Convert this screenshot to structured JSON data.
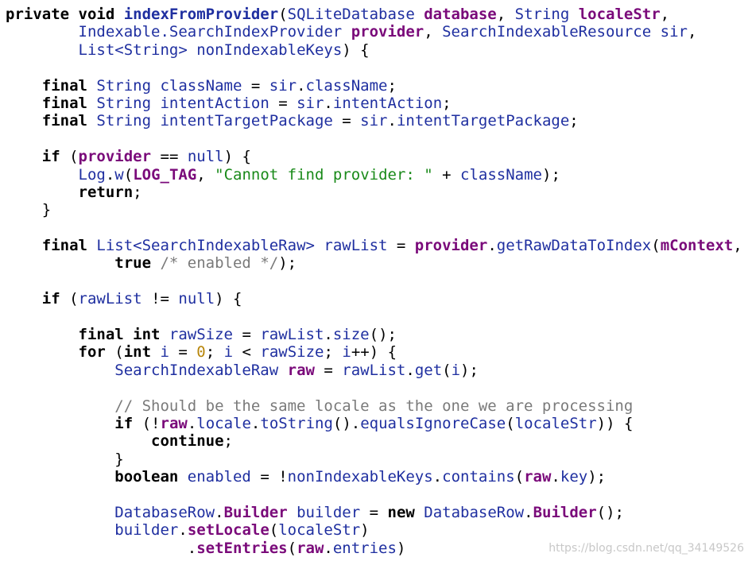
{
  "code": {
    "lines": [
      [
        [
          "kw",
          "private "
        ],
        [
          "kw",
          "void "
        ],
        [
          "mbold",
          "indexFromProvider"
        ],
        [
          "punc",
          "("
        ],
        [
          "type",
          "SQLiteDatabase "
        ],
        [
          "param",
          "database"
        ],
        [
          "punc",
          ", "
        ],
        [
          "type",
          "String "
        ],
        [
          "param",
          "localeStr"
        ],
        [
          "punc",
          ","
        ]
      ],
      [
        [
          "plain",
          "        "
        ],
        [
          "type",
          "Indexable.SearchIndexProvider "
        ],
        [
          "param",
          "provider"
        ],
        [
          "punc",
          ", "
        ],
        [
          "type",
          "SearchIndexableResource "
        ],
        [
          "var",
          "sir"
        ],
        [
          "punc",
          ","
        ]
      ],
      [
        [
          "plain",
          "        "
        ],
        [
          "type",
          "List<String> "
        ],
        [
          "var",
          "nonIndexableKeys"
        ],
        [
          "punc",
          ") {"
        ]
      ],
      [],
      [
        [
          "plain",
          "    "
        ],
        [
          "kw",
          "final "
        ],
        [
          "type",
          "String "
        ],
        [
          "var",
          "className "
        ],
        [
          "punc",
          "= "
        ],
        [
          "var",
          "sir"
        ],
        [
          "punc",
          "."
        ],
        [
          "field",
          "className"
        ],
        [
          "punc",
          ";"
        ]
      ],
      [
        [
          "plain",
          "    "
        ],
        [
          "kw",
          "final "
        ],
        [
          "type",
          "String "
        ],
        [
          "var",
          "intentAction "
        ],
        [
          "punc",
          "= "
        ],
        [
          "var",
          "sir"
        ],
        [
          "punc",
          "."
        ],
        [
          "field",
          "intentAction"
        ],
        [
          "punc",
          ";"
        ]
      ],
      [
        [
          "plain",
          "    "
        ],
        [
          "kw",
          "final "
        ],
        [
          "type",
          "String "
        ],
        [
          "var",
          "intentTargetPackage "
        ],
        [
          "punc",
          "= "
        ],
        [
          "var",
          "sir"
        ],
        [
          "punc",
          "."
        ],
        [
          "field",
          "intentTargetPackage"
        ],
        [
          "punc",
          ";"
        ]
      ],
      [],
      [
        [
          "plain",
          "    "
        ],
        [
          "kw",
          "if "
        ],
        [
          "punc",
          "("
        ],
        [
          "purple",
          "provider "
        ],
        [
          "punc",
          "== "
        ],
        [
          "var",
          "null"
        ],
        [
          "punc",
          ") {"
        ]
      ],
      [
        [
          "plain",
          "        "
        ],
        [
          "type",
          "Log"
        ],
        [
          "punc",
          "."
        ],
        [
          "method",
          "w"
        ],
        [
          "punc",
          "("
        ],
        [
          "purple",
          "LOG_TAG"
        ],
        [
          "punc",
          ", "
        ],
        [
          "str",
          "\"Cannot find provider: \""
        ],
        [
          "punc",
          " + "
        ],
        [
          "var",
          "className"
        ],
        [
          "punc",
          ");"
        ]
      ],
      [
        [
          "plain",
          "        "
        ],
        [
          "kw",
          "return"
        ],
        [
          "punc",
          ";"
        ]
      ],
      [
        [
          "plain",
          "    "
        ],
        [
          "punc",
          "}"
        ]
      ],
      [],
      [
        [
          "plain",
          "    "
        ],
        [
          "kw",
          "final "
        ],
        [
          "type",
          "List<SearchIndexableRaw> "
        ],
        [
          "var",
          "rawList "
        ],
        [
          "punc",
          "= "
        ],
        [
          "purple",
          "provider"
        ],
        [
          "punc",
          "."
        ],
        [
          "method",
          "getRawDataToIndex"
        ],
        [
          "punc",
          "("
        ],
        [
          "purple",
          "mContext"
        ],
        [
          "punc",
          ","
        ]
      ],
      [
        [
          "plain",
          "            "
        ],
        [
          "kw",
          "true "
        ],
        [
          "comment",
          "/* enabled */"
        ],
        [
          "punc",
          ");"
        ]
      ],
      [],
      [
        [
          "plain",
          "    "
        ],
        [
          "kw",
          "if "
        ],
        [
          "punc",
          "("
        ],
        [
          "var",
          "rawList "
        ],
        [
          "punc",
          "!= "
        ],
        [
          "var",
          "null"
        ],
        [
          "punc",
          ") {"
        ]
      ],
      [],
      [
        [
          "plain",
          "        "
        ],
        [
          "kw",
          "final "
        ],
        [
          "kw",
          "int "
        ],
        [
          "var",
          "rawSize "
        ],
        [
          "punc",
          "= "
        ],
        [
          "var",
          "rawList"
        ],
        [
          "punc",
          "."
        ],
        [
          "method",
          "size"
        ],
        [
          "punc",
          "();"
        ]
      ],
      [
        [
          "plain",
          "        "
        ],
        [
          "kw",
          "for "
        ],
        [
          "punc",
          "("
        ],
        [
          "kw",
          "int "
        ],
        [
          "var",
          "i "
        ],
        [
          "punc",
          "= "
        ],
        [
          "num",
          "0"
        ],
        [
          "punc",
          "; "
        ],
        [
          "var",
          "i "
        ],
        [
          "punc",
          "< "
        ],
        [
          "var",
          "rawSize"
        ],
        [
          "punc",
          "; "
        ],
        [
          "var",
          "i"
        ],
        [
          "punc",
          "++) {"
        ]
      ],
      [
        [
          "plain",
          "            "
        ],
        [
          "type",
          "SearchIndexableRaw "
        ],
        [
          "purple",
          "raw "
        ],
        [
          "punc",
          "= "
        ],
        [
          "var",
          "rawList"
        ],
        [
          "punc",
          "."
        ],
        [
          "method",
          "get"
        ],
        [
          "punc",
          "("
        ],
        [
          "var",
          "i"
        ],
        [
          "punc",
          ");"
        ]
      ],
      [],
      [
        [
          "plain",
          "            "
        ],
        [
          "comment",
          "// Should be the same locale as the one we are processing"
        ]
      ],
      [
        [
          "plain",
          "            "
        ],
        [
          "kw",
          "if "
        ],
        [
          "punc",
          "(!"
        ],
        [
          "purple",
          "raw"
        ],
        [
          "punc",
          "."
        ],
        [
          "field",
          "locale"
        ],
        [
          "punc",
          "."
        ],
        [
          "method",
          "toString"
        ],
        [
          "punc",
          "()."
        ],
        [
          "method",
          "equalsIgnoreCase"
        ],
        [
          "punc",
          "("
        ],
        [
          "var",
          "localeStr"
        ],
        [
          "punc",
          ")) {"
        ]
      ],
      [
        [
          "plain",
          "                "
        ],
        [
          "kw",
          "continue"
        ],
        [
          "punc",
          ";"
        ]
      ],
      [
        [
          "plain",
          "            "
        ],
        [
          "punc",
          "}"
        ]
      ],
      [
        [
          "plain",
          "            "
        ],
        [
          "kw",
          "boolean "
        ],
        [
          "var",
          "enabled "
        ],
        [
          "punc",
          "= !"
        ],
        [
          "var",
          "nonIndexableKeys"
        ],
        [
          "punc",
          "."
        ],
        [
          "method",
          "contains"
        ],
        [
          "punc",
          "("
        ],
        [
          "purple",
          "raw"
        ],
        [
          "punc",
          "."
        ],
        [
          "field",
          "key"
        ],
        [
          "punc",
          ");"
        ]
      ],
      [],
      [
        [
          "plain",
          "            "
        ],
        [
          "type",
          "DatabaseRow"
        ],
        [
          "punc",
          "."
        ],
        [
          "purple",
          "Builder "
        ],
        [
          "var",
          "builder "
        ],
        [
          "punc",
          "= "
        ],
        [
          "kw",
          "new "
        ],
        [
          "type",
          "DatabaseRow"
        ],
        [
          "punc",
          "."
        ],
        [
          "purple",
          "Builder"
        ],
        [
          "punc",
          "();"
        ]
      ],
      [
        [
          "plain",
          "            "
        ],
        [
          "var",
          "builder"
        ],
        [
          "punc",
          "."
        ],
        [
          "purple",
          "setLocale"
        ],
        [
          "punc",
          "("
        ],
        [
          "var",
          "localeStr"
        ],
        [
          "punc",
          ")"
        ]
      ],
      [
        [
          "plain",
          "                    "
        ],
        [
          "punc",
          "."
        ],
        [
          "purple",
          "setEntries"
        ],
        [
          "punc",
          "("
        ],
        [
          "purple",
          "raw"
        ],
        [
          "punc",
          "."
        ],
        [
          "field",
          "entries"
        ],
        [
          "punc",
          ")"
        ]
      ]
    ]
  },
  "watermark": "https://blog.csdn.net/qq_34149526",
  "colors": {
    "keyword": "#000000",
    "type": "#1f2fa0",
    "field_param": "#7a0a7a",
    "string": "#1a8a1a",
    "number": "#b8860b",
    "comment": "#7a7a7a"
  }
}
